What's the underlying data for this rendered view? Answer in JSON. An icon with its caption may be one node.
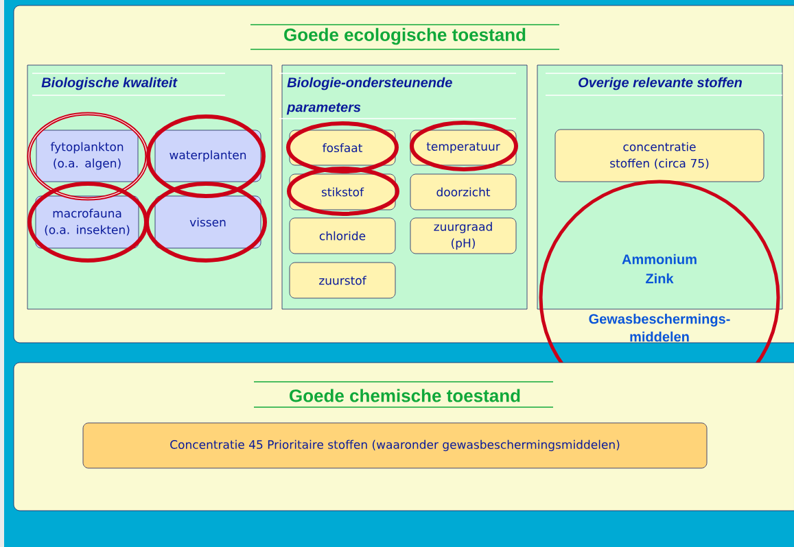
{
  "diagram": {
    "nodes": [
      {
        "text": [
          "Goede ecologische toestand"
        ]
      },
      {
        "text": [
          "Biologische kwaliteit"
        ],
        "in": 0
      },
      {
        "text": [
          "fytoplankton (o.a. algen)"
        ],
        "in": 1
      },
      {
        "text": [
          "waterplanten"
        ],
        "in": 1
      },
      {
        "text": [
          "macrofauna (o.a. insekten)"
        ],
        "in": 1
      },
      {
        "text": [
          "vissen"
        ],
        "in": 1
      },
      {
        "text": [
          "Biologie-ondersteunende parameters"
        ],
        "in": 0
      },
      {
        "text": [
          "fosfaat"
        ],
        "in": 6
      },
      {
        "text": [
          "temperatuur"
        ],
        "in": 6
      },
      {
        "text": [
          "stikstof"
        ],
        "in": 6
      },
      {
        "text": [
          "doorzicht"
        ],
        "in": 6
      },
      {
        "text": [
          "chloride"
        ],
        "in": 6
      },
      {
        "text": [
          "zuurgraad (pH)"
        ],
        "in": 6
      },
      {
        "text": [
          "zuurstof"
        ],
        "in": 6
      },
      {
        "text": [
          "Overige relevante stoffen"
        ],
        "in": 0
      },
      {
        "text": [
          "concentratie stoffen (circa 75)"
        ],
        "in": 14
      },
      {
        "text": [
          "Ammonium",
          "Zink",
          "Gewasbeschermings-middelen"
        ]
      },
      {
        "text": [
          "Goede chemische toestand"
        ]
      },
      {
        "text": [
          "Concentratie 45 Prioritaire stoffen (waaronder gewasbeschermingsmiddelen)"
        ],
        "in": 17
      }
    ]
  }
}
